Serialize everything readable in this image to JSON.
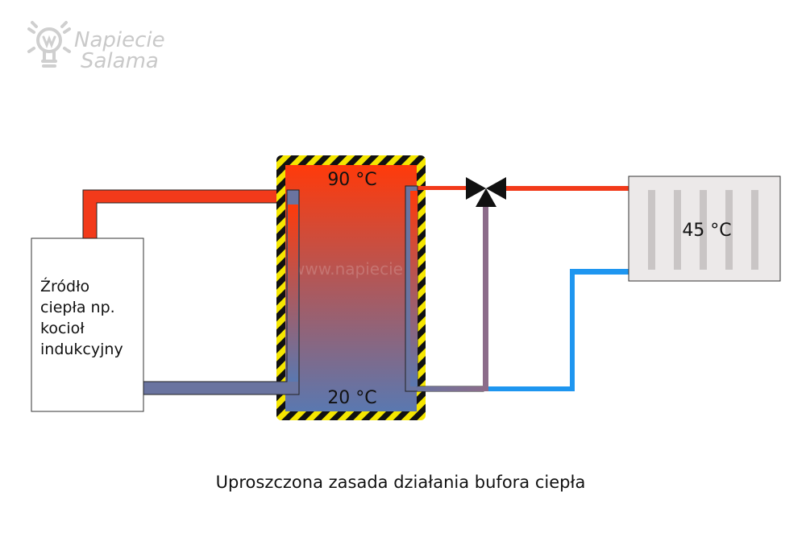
{
  "logo": {
    "line1": "Napiecie",
    "line2": "Salama"
  },
  "watermark": "www.napiecie",
  "source": {
    "lines": [
      "Źródło",
      "ciepła np.",
      "kocioł",
      "indukcyjny"
    ]
  },
  "buffer": {
    "top_temp": "90 °C",
    "bottom_temp": "20 °C"
  },
  "radiator": {
    "temp": "45 °C"
  },
  "caption": "Uproszczona zasada działania bufora ciepła",
  "colors": {
    "hot": "#f23a1a",
    "cold": "#1e96f0",
    "return": "#6a74a0",
    "mix": "#8c6c8a",
    "tank_top": "#ff3a0a",
    "tank_bottom": "#5a78b0",
    "stripe_yellow": "#f5e600",
    "stripe_black": "#111111",
    "radiator_fill": "#ece9e9",
    "radiator_fin": "#c9c5c5"
  }
}
